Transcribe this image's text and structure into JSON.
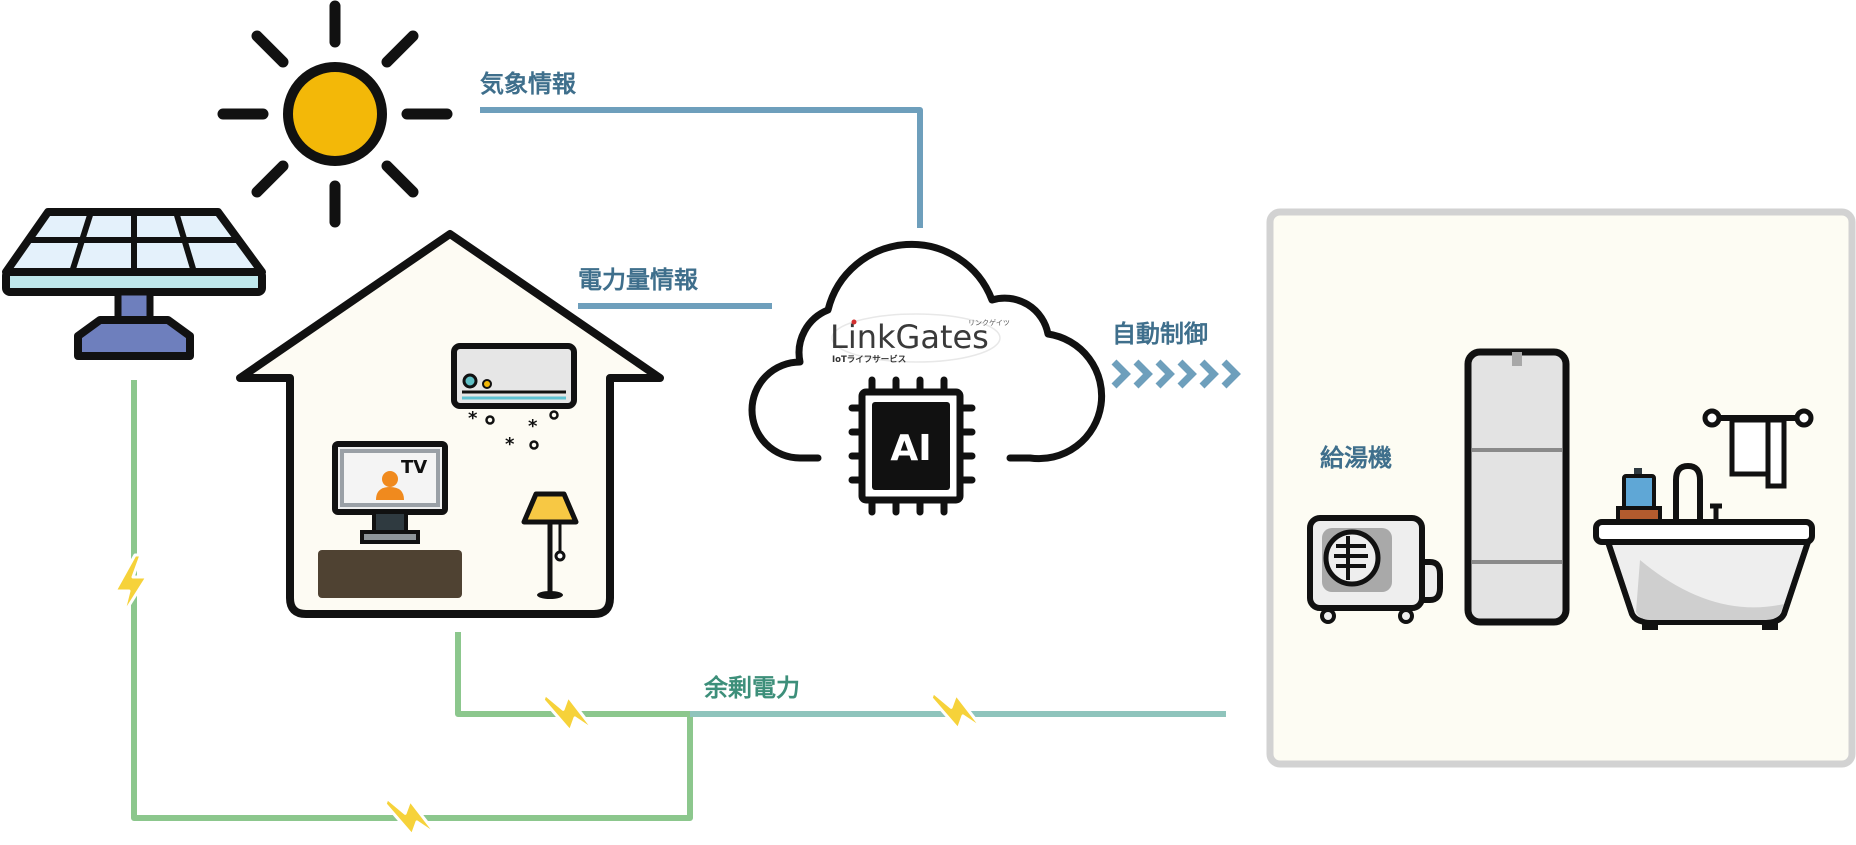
{
  "labels": {
    "weather_info": "気象情報",
    "power_info": "電力量情報",
    "auto_control": "自動制御",
    "surplus_power": "余剰電力",
    "water_heater": "給湯機"
  },
  "brand": {
    "name": "LinkGates",
    "ruby": "リンクゲイツ",
    "tagline": "IoTライフサービス",
    "chip_text": "AI"
  },
  "house": {
    "tv_text": "TV"
  },
  "colors": {
    "info_line": "#6e9fbc",
    "info_text": "#3f6f8c",
    "power_line_green": "#8cc78d",
    "power_line_teal": "#8fc4bc",
    "power_text": "#3d8f7a",
    "sun": "#f3b808",
    "bolt": "#f6d23a",
    "panel_blue": "#e4f1fb",
    "panel_stand": "#6e7fbd",
    "house_fill": "#fdfbf3",
    "device_box_fill": "#fdfcf3",
    "device_box_border": "#d2d2d2"
  },
  "icons": [
    "sun-icon",
    "solar-panel-icon",
    "house-icon",
    "air-conditioner-icon",
    "tv-icon",
    "floor-lamp-icon",
    "cloud-icon",
    "ai-chip-icon",
    "chevrons-right-icon",
    "heat-pump-unit-icon",
    "hot-water-tank-icon",
    "bathtub-icon",
    "towel-rack-icon",
    "lightning-bolt-icon"
  ]
}
